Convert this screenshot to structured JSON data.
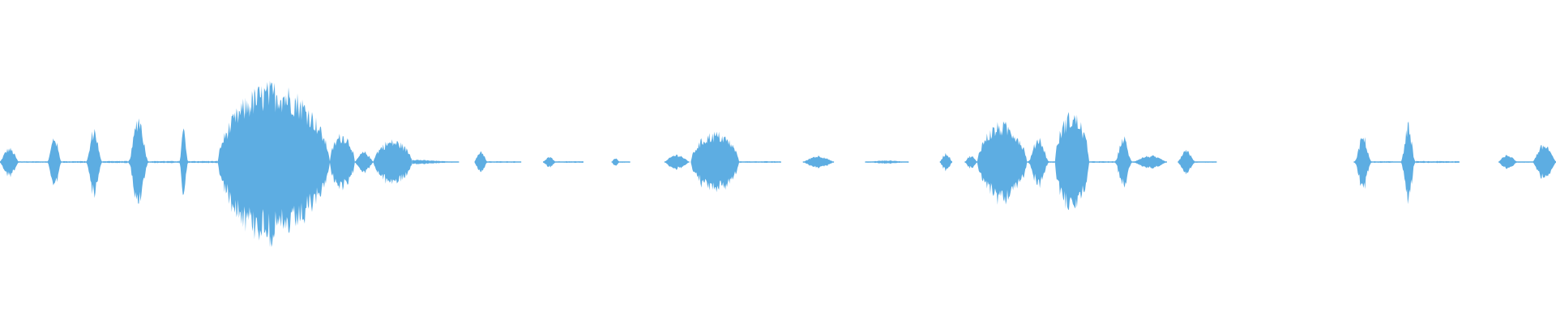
{
  "waveform": {
    "color": "#5dade2",
    "background": "#ffffff",
    "style": "mirrored-amplitude",
    "segments": [
      {
        "start": 0.0,
        "end": 0.012,
        "amp": 0.11,
        "shape": "bump"
      },
      {
        "start": 0.012,
        "end": 0.03,
        "amp": 0.006,
        "shape": "flat"
      },
      {
        "start": 0.03,
        "end": 0.04,
        "amp": 0.21,
        "shape": "spike"
      },
      {
        "start": 0.04,
        "end": 0.055,
        "amp": 0.007,
        "shape": "flat"
      },
      {
        "start": 0.055,
        "end": 0.066,
        "amp": 0.27,
        "shape": "spike"
      },
      {
        "start": 0.066,
        "end": 0.082,
        "amp": 0.008,
        "shape": "flat"
      },
      {
        "start": 0.082,
        "end": 0.096,
        "amp": 0.37,
        "shape": "spike"
      },
      {
        "start": 0.096,
        "end": 0.115,
        "amp": 0.008,
        "shape": "flat"
      },
      {
        "start": 0.115,
        "end": 0.121,
        "amp": 0.27,
        "shape": "spike"
      },
      {
        "start": 0.121,
        "end": 0.14,
        "amp": 0.008,
        "shape": "flat"
      },
      {
        "start": 0.14,
        "end": 0.212,
        "amp": 0.6,
        "shape": "burst"
      },
      {
        "start": 0.212,
        "end": 0.228,
        "amp": 0.22,
        "shape": "burst"
      },
      {
        "start": 0.228,
        "end": 0.24,
        "amp": 0.08,
        "shape": "bump"
      },
      {
        "start": 0.24,
        "end": 0.265,
        "amp": 0.17,
        "shape": "burst"
      },
      {
        "start": 0.265,
        "end": 0.295,
        "amp": 0.02,
        "shape": "decay"
      },
      {
        "start": 0.305,
        "end": 0.313,
        "amp": 0.09,
        "shape": "bump"
      },
      {
        "start": 0.313,
        "end": 0.335,
        "amp": 0.006,
        "shape": "flat"
      },
      {
        "start": 0.349,
        "end": 0.357,
        "amp": 0.04,
        "shape": "bump"
      },
      {
        "start": 0.357,
        "end": 0.375,
        "amp": 0.006,
        "shape": "flat"
      },
      {
        "start": 0.393,
        "end": 0.398,
        "amp": 0.03,
        "shape": "bump"
      },
      {
        "start": 0.398,
        "end": 0.405,
        "amp": 0.005,
        "shape": "flat"
      },
      {
        "start": 0.427,
        "end": 0.443,
        "amp": 0.06,
        "shape": "bump"
      },
      {
        "start": 0.444,
        "end": 0.475,
        "amp": 0.23,
        "shape": "burst"
      },
      {
        "start": 0.475,
        "end": 0.502,
        "amp": 0.006,
        "shape": "flat"
      },
      {
        "start": 0.516,
        "end": 0.536,
        "amp": 0.05,
        "shape": "bump"
      },
      {
        "start": 0.556,
        "end": 0.584,
        "amp": 0.012,
        "shape": "bump"
      },
      {
        "start": 0.604,
        "end": 0.612,
        "amp": 0.07,
        "shape": "bump"
      },
      {
        "start": 0.62,
        "end": 0.628,
        "amp": 0.05,
        "shape": "bump"
      },
      {
        "start": 0.628,
        "end": 0.66,
        "amp": 0.3,
        "shape": "burst"
      },
      {
        "start": 0.66,
        "end": 0.675,
        "amp": 0.2,
        "shape": "spike"
      },
      {
        "start": 0.675,
        "end": 0.678,
        "amp": 0.006,
        "shape": "flat"
      },
      {
        "start": 0.678,
        "end": 0.7,
        "amp": 0.38,
        "shape": "burst"
      },
      {
        "start": 0.7,
        "end": 0.716,
        "amp": 0.006,
        "shape": "flat"
      },
      {
        "start": 0.716,
        "end": 0.728,
        "amp": 0.2,
        "shape": "spike"
      },
      {
        "start": 0.728,
        "end": 0.75,
        "amp": 0.05,
        "shape": "bump"
      },
      {
        "start": 0.757,
        "end": 0.768,
        "amp": 0.09,
        "shape": "bump"
      },
      {
        "start": 0.768,
        "end": 0.782,
        "amp": 0.005,
        "shape": "flat"
      },
      {
        "start": 0.87,
        "end": 0.882,
        "amp": 0.21,
        "shape": "spike"
      },
      {
        "start": 0.882,
        "end": 0.9,
        "amp": 0.006,
        "shape": "flat"
      },
      {
        "start": 0.9,
        "end": 0.91,
        "amp": 0.3,
        "shape": "spike"
      },
      {
        "start": 0.91,
        "end": 0.938,
        "amp": 0.007,
        "shape": "flat"
      },
      {
        "start": 0.963,
        "end": 0.975,
        "amp": 0.06,
        "shape": "bump"
      },
      {
        "start": 0.975,
        "end": 0.985,
        "amp": 0.005,
        "shape": "flat"
      },
      {
        "start": 0.985,
        "end": 1.0,
        "amp": 0.14,
        "shape": "bump"
      }
    ]
  }
}
